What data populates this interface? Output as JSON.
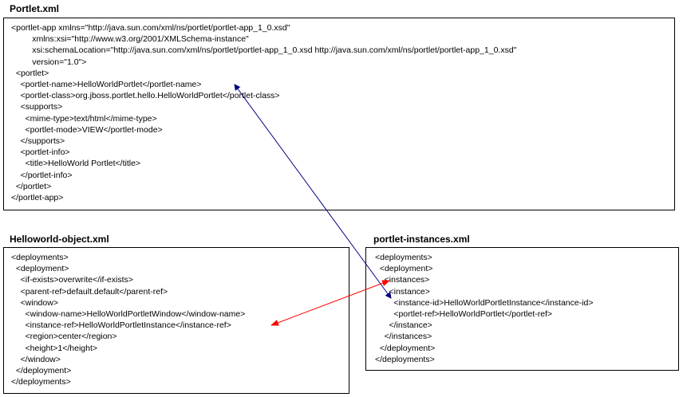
{
  "panels": {
    "portlet_xml": {
      "title": "Portlet.xml",
      "lines": [
        "<portlet-app xmlns=\"http://java.sun.com/xml/ns/portlet/portlet-app_1_0.xsd\"",
        "         xmlns:xsi=\"http://www.w3.org/2001/XMLSchema-instance\"",
        "         xsi:schemaLocation=\"http://java.sun.com/xml/ns/portlet/portlet-app_1_0.xsd http://java.sun.com/xml/ns/portlet/portlet-app_1_0.xsd\"",
        "         version=\"1.0\">",
        "  <portlet>",
        "    <portlet-name>HelloWorldPortlet</portlet-name>",
        "    <portlet-class>org.jboss.portlet.hello.HelloWorldPortlet</portlet-class>",
        "    <supports>",
        "      <mime-type>text/html</mime-type>",
        "      <portlet-mode>VIEW</portlet-mode>",
        "    </supports>",
        "    <portlet-info>",
        "      <title>HelloWorld Portlet</title>",
        "    </portlet-info>",
        "  </portlet>",
        "</portlet-app>"
      ]
    },
    "helloworld_object_xml": {
      "title": "Helloworld-object.xml",
      "lines": [
        "<deployments>",
        "  <deployment>",
        "    <if-exists>overwrite</if-exists>",
        "    <parent-ref>default.default</parent-ref>",
        "    <window>",
        "      <window-name>HelloWorldPortletWindow</window-name>",
        "      <instance-ref>HelloWorldPortletInstance</instance-ref>",
        "      <region>center</region>",
        "      <height>1</height>",
        "    </window>",
        "  </deployment>",
        "</deployments>"
      ]
    },
    "portlet_instances_xml": {
      "title": "portlet-instances.xml",
      "lines": [
        "<deployments>",
        "  <deployment>",
        "    <instances>",
        "      <instance>",
        "        <instance-id>HelloWorldPortletInstance</instance-id>",
        "        <portlet-ref>HelloWorldPortlet</portlet-ref>",
        "      </instance>",
        "    </instances>",
        "  </deployment>",
        "</deployments>"
      ]
    }
  },
  "connectors": [
    {
      "name": "portlet-name-to-portlet-ref",
      "from": "Portlet.xml: portlet-name",
      "to": "portlet-instances.xml: instance",
      "color": "#000080",
      "arrowheads": "both"
    },
    {
      "name": "instance-ref-to-instances",
      "from": "Helloworld-object.xml: instance-ref",
      "to": "portlet-instances.xml: instances",
      "color": "#ff0000",
      "arrowheads": "both"
    }
  ]
}
